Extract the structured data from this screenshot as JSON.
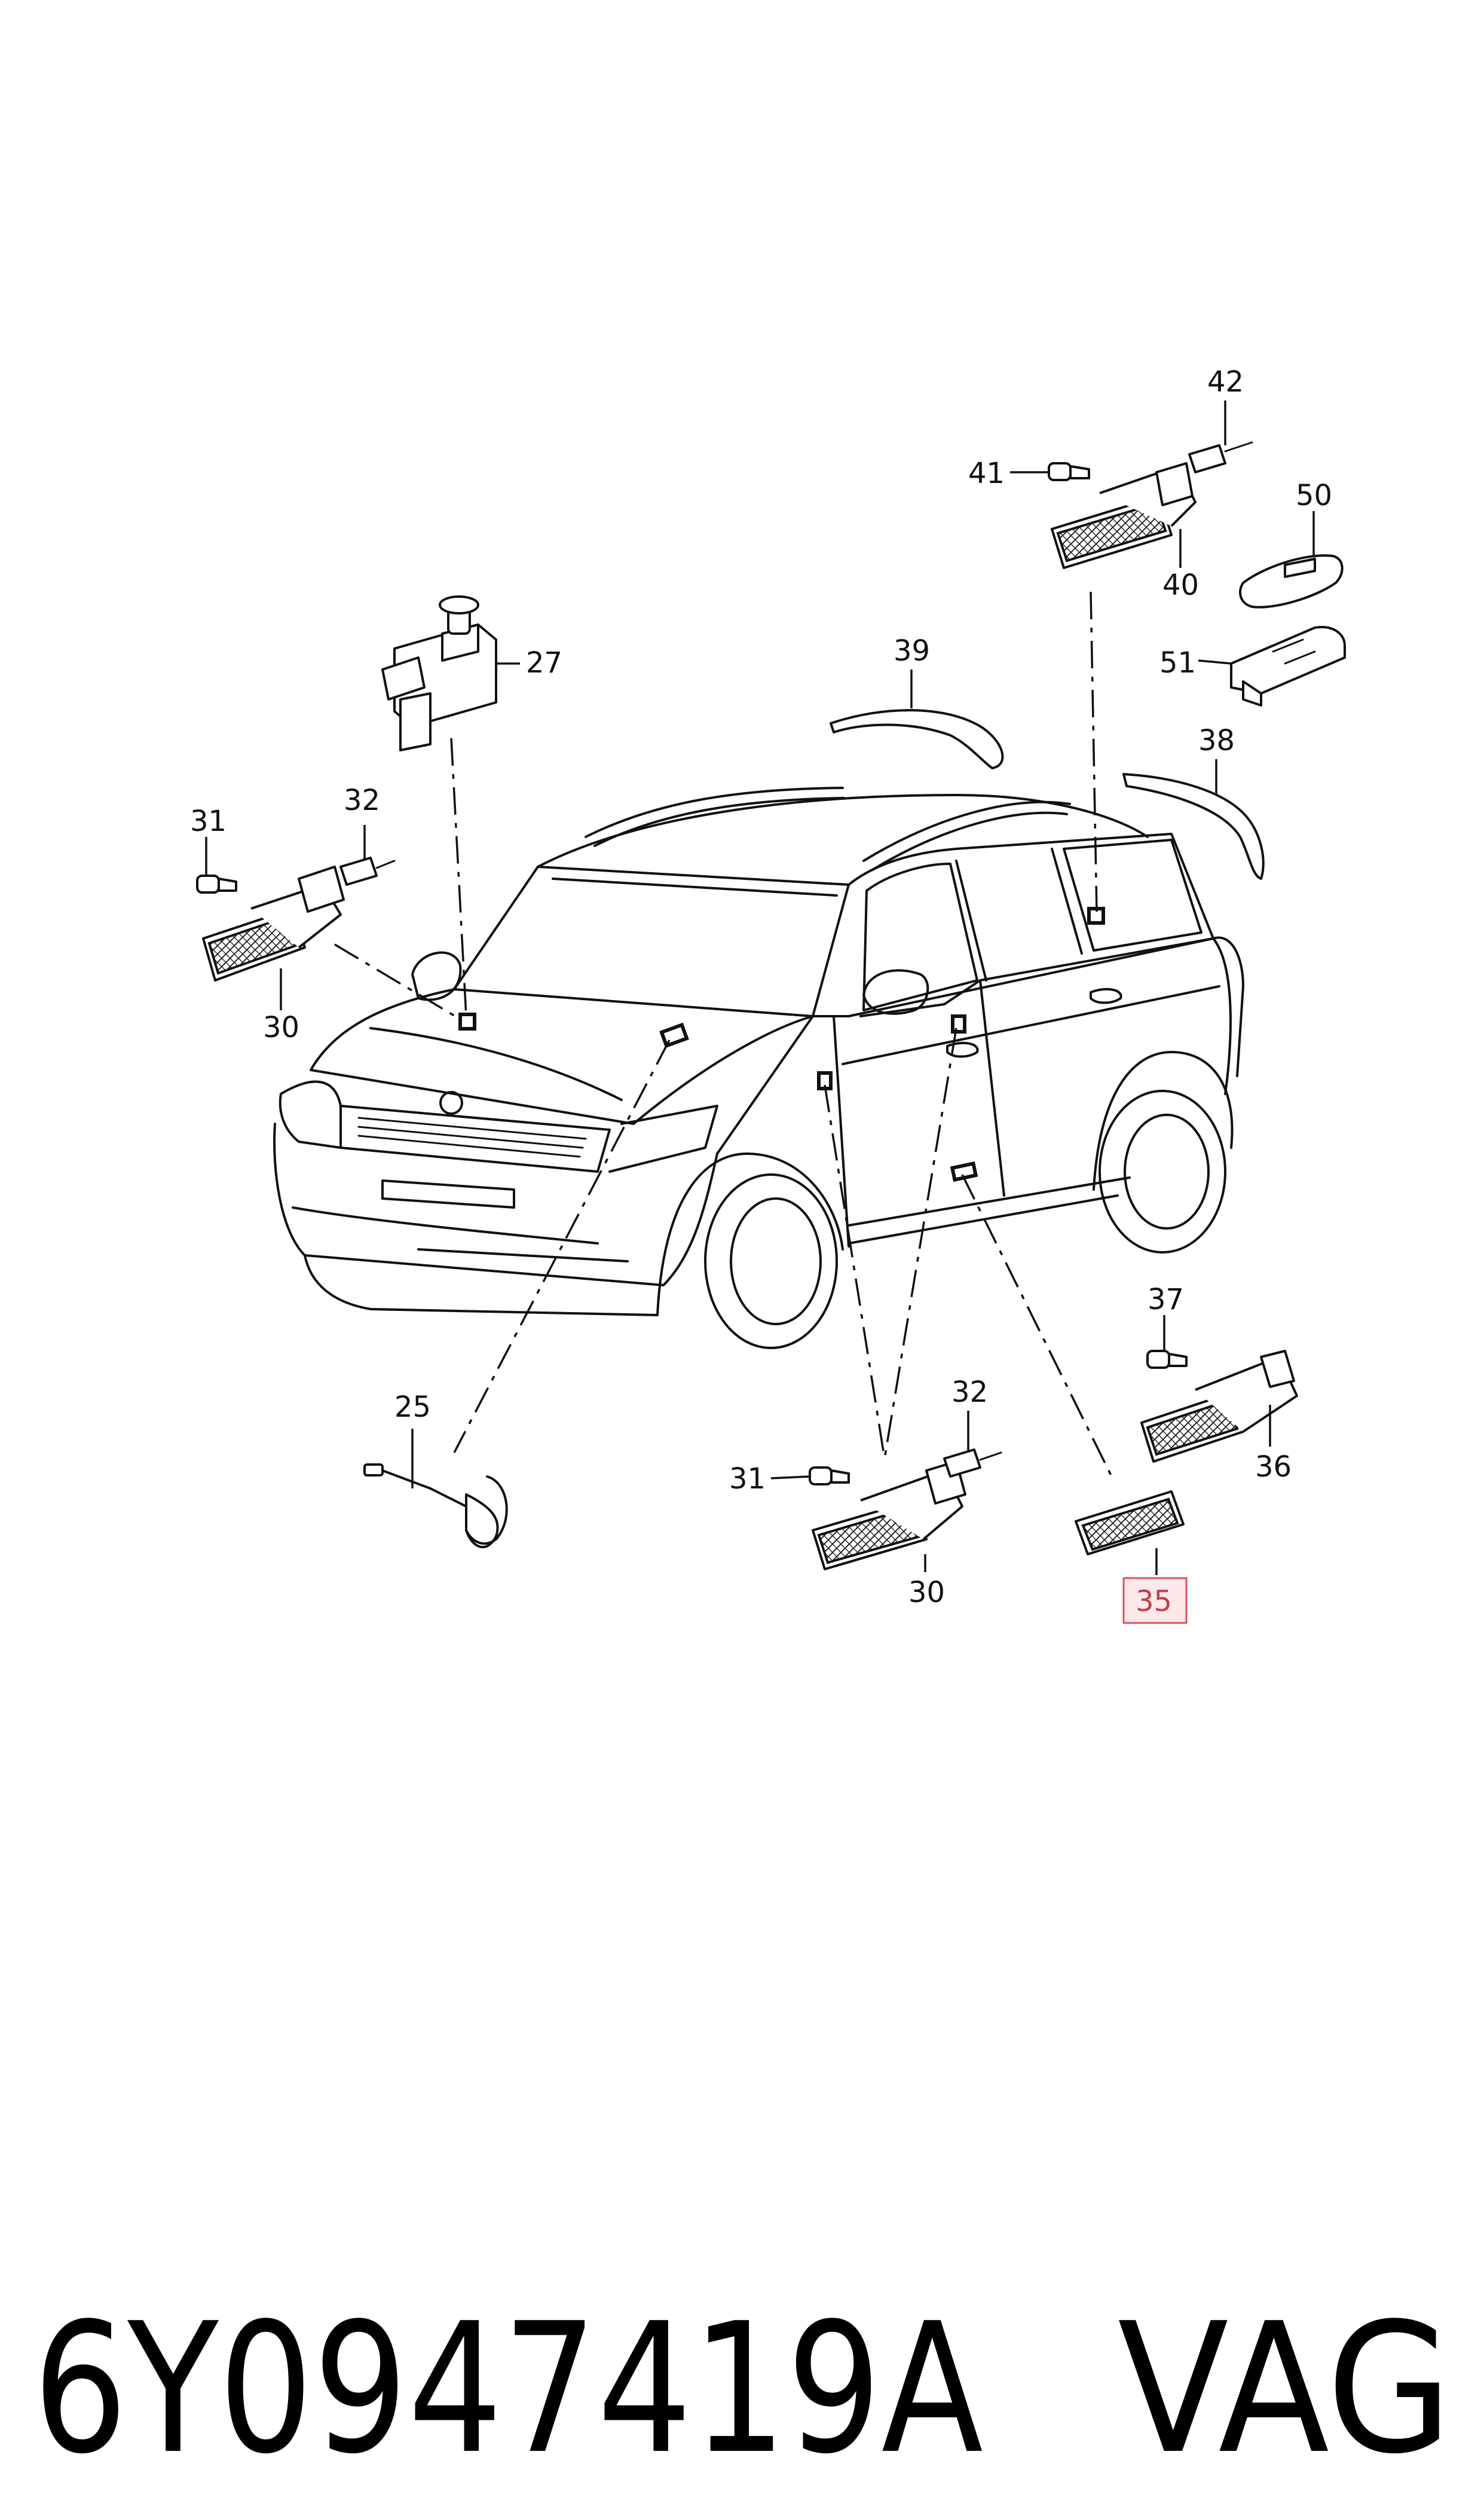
{
  "labels": {
    "p25": "25",
    "p27": "27",
    "p30a": "30",
    "p31a": "31",
    "p32a": "32",
    "p30b": "30",
    "p31b": "31",
    "p32b": "32",
    "p35": "35",
    "p36": "36",
    "p37": "37",
    "p38": "38",
    "p39": "39",
    "p40": "40",
    "p41": "41",
    "p42": "42",
    "p50": "50",
    "p51": "51"
  },
  "highlighted_part": "35",
  "highlight_color": "#fde8ea",
  "footer": {
    "part_number": "6Y0947419A",
    "brand": "VAG"
  }
}
